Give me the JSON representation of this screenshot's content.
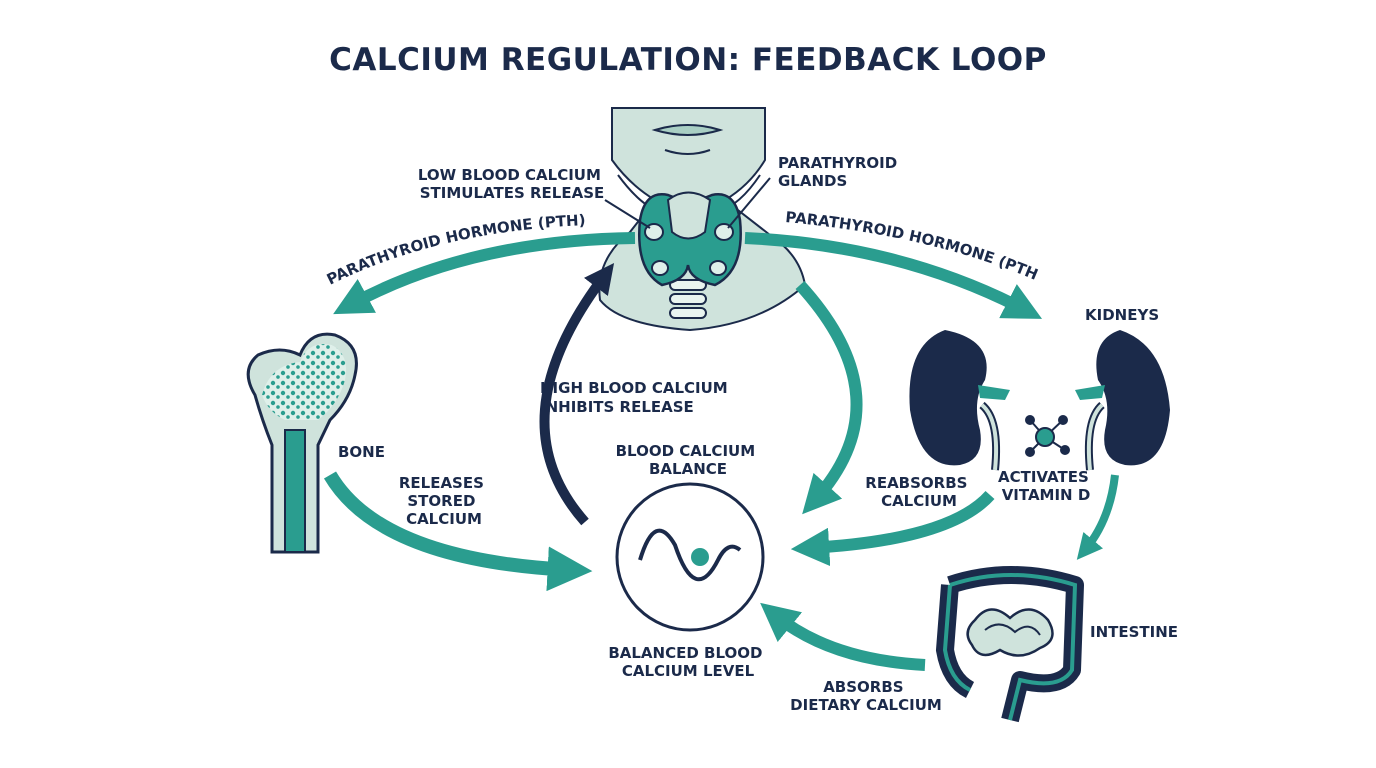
{
  "title": "CALCIUM REGULATION: FEEDBACK LOOP",
  "colors": {
    "navy": "#1b2a4a",
    "teal": "#2a9d8f",
    "tealDark": "#1f7f74",
    "mint": "#cfe3dc"
  },
  "labels": {
    "low_calcium": [
      "LOW BLOOD CALCIUM",
      "STIMULATES RELEASE"
    ],
    "parathyroid_glands": [
      "PARATHYROID",
      "GLANDS"
    ],
    "pth_left": "PARATHYROID HORMONE (PTH)",
    "pth_right": "PARATHYROID HORMONE (PTH)",
    "kidneys": "KIDNEYS",
    "bone": "BONE",
    "releases_stored": [
      "RELEASES",
      "STORED",
      "CALCIUM"
    ],
    "high_calcium": [
      "HIGH BLOOD CALCIUM",
      "INHIBITS RELEASE"
    ],
    "blood_calcium_balance": [
      "BLOOD CALCIUM",
      "BALANCE"
    ],
    "balanced_level": [
      "BALANCED BLOOD",
      "CALCIUM LEVEL"
    ],
    "reabsorbs": [
      "REABSORBS",
      "CALCIUM"
    ],
    "activates_vitd": [
      "ACTIVATES",
      "VITAMIN D"
    ],
    "intestine": "INTESTINE",
    "absorbs": [
      "ABSORBS",
      "DIETARY CALCIUM"
    ]
  },
  "icons": [
    "neck-thyroid-icon",
    "bone-icon",
    "kidney-icon",
    "vitamin-d-molecule-icon",
    "intestine-icon",
    "balance-wave-icon"
  ]
}
